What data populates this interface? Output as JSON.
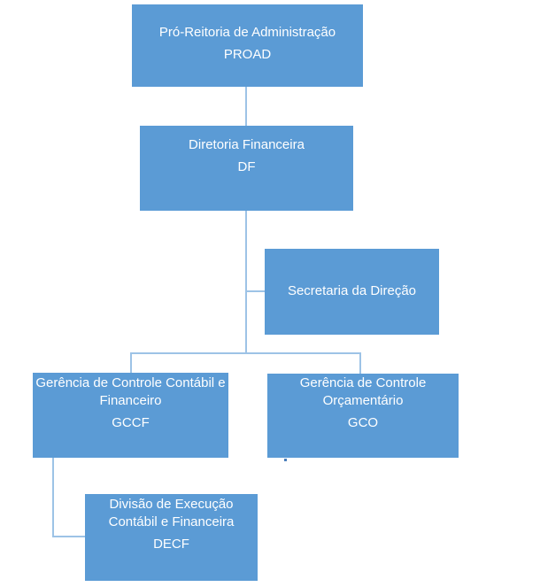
{
  "diagram": {
    "type": "org-chart",
    "colors": {
      "box_fill": "#5b9bd5",
      "box_text": "#ffffff",
      "connector": "#9dc3e6",
      "stray_dot": "#4a7ebb"
    },
    "nodes": [
      {
        "id": "proad",
        "name": "Pró-Reitoria de Administração",
        "acronym": "PROAD",
        "parent": null
      },
      {
        "id": "df",
        "name": "Diretoria Financeira",
        "acronym": "DF",
        "parent": "proad"
      },
      {
        "id": "secretaria",
        "name": "Secretaria da Direção",
        "acronym": "",
        "parent": "df"
      },
      {
        "id": "gccf",
        "name": "Gerência de Controle Contábil e Financeiro",
        "acronym": "GCCF",
        "parent": "df"
      },
      {
        "id": "gco",
        "name": "Gerência de Controle Orçamentário",
        "acronym": "GCO",
        "parent": "df"
      },
      {
        "id": "decf",
        "name": "Divisão de Execução Contábil e Financeira",
        "acronym": "DECF",
        "parent": "gccf"
      }
    ]
  }
}
